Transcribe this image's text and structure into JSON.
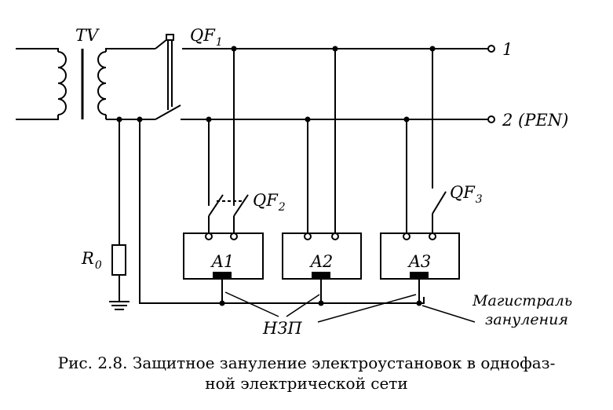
{
  "labels": {
    "transformer": "TV",
    "breaker_main": "QF",
    "breaker_main_sub": "1",
    "breaker_a1": "QF",
    "breaker_a1_sub": "2",
    "breaker_a3": "QF",
    "breaker_a3_sub": "3",
    "line1": "1",
    "line2": "2 (PEN)",
    "resistor": "R",
    "resistor_sub": "0",
    "device_a1": "A1",
    "device_a2": "A2",
    "device_a3": "A3",
    "nzp": "НЗП",
    "trunk_line1": "Магистраль",
    "trunk_line2": "зануления"
  },
  "caption": {
    "line1": "Рис. 2.8. Защитное зануление электроустановок в однофаз-",
    "line2": "ной электрической сети"
  }
}
